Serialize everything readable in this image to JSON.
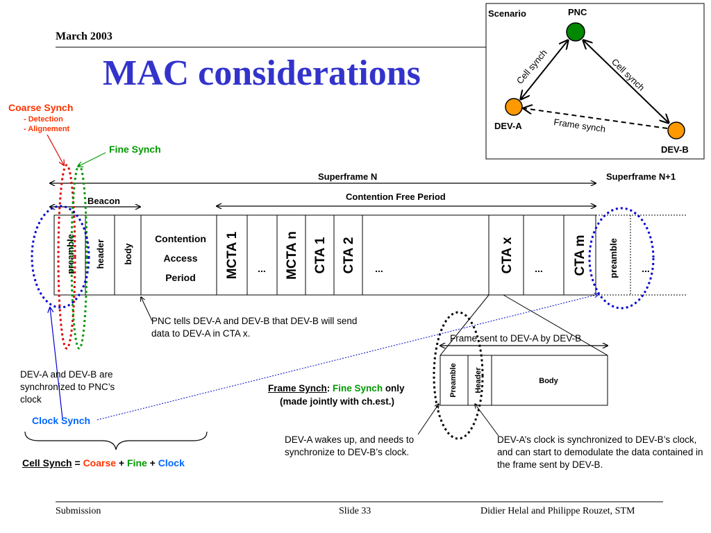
{
  "header": {
    "date": "March 2003",
    "title": "MAC considerations"
  },
  "footer": {
    "left": "Submission",
    "center": "Slide 33",
    "right": "Didier Helal and Philippe Rouzet, STM"
  },
  "scenario": {
    "label": "Scenario",
    "pnc": "PNC",
    "dev_a": "DEV-A",
    "dev_b": "DEV-B",
    "link_pnc_a": "Cell synch",
    "link_pnc_b": "Cell synch",
    "link_b_a": "Frame synch"
  },
  "synch_labels": {
    "coarse": "Coarse Synch",
    "coarse_items": [
      "-  Detection",
      "-  Alignement"
    ],
    "fine": "Fine Synch",
    "clock": "Clock Synch"
  },
  "timeline": {
    "superframe_n": "Superframe N",
    "superframe_n1": "Superframe N+1",
    "cfp": "Contention Free Period",
    "beacon": "Beacon"
  },
  "slots": {
    "preamble": "preamble",
    "header": "header",
    "body": "body",
    "cap_lines": [
      "Contention",
      "Access",
      "Period"
    ],
    "mcta1": "MCTA 1",
    "dots": "...",
    "mctan": "MCTA n",
    "cta1": "CTA 1",
    "cta2": "CTA 2",
    "ctax": "CTA x",
    "ctam": "CTA m",
    "next_preamble": "preamble"
  },
  "frame": {
    "caption": "Frame sent to DEV-A by DEV-B",
    "preamble": "Preamble",
    "header": "Header",
    "body": "Body"
  },
  "notes": {
    "pnc_tells": "PNC tells DEV-A and DEV-B that DEV-B will send data to DEV-A in CTA x.",
    "synchronized": "DEV-A and DEV-B are synchronized to PNC’s clock",
    "frame_synch_label": "Frame Synch",
    "frame_synch_colon": ": ",
    "frame_synch_fine": "Fine Synch",
    "frame_synch_only": " only",
    "frame_synch_line2": "(made jointly with ch.est.)",
    "dev_a_wakes": "DEV-A wakes up, and needs to synchronize to DEV-B’s clock.",
    "dev_a_clock": "DEV-A’s clock is synchronized to DEV-B’s clock, and can start to demodulate the data contained in the frame sent by DEV-B."
  },
  "cell_synch": {
    "label": "Cell Synch",
    "eq": " = ",
    "coarse": "Coarse",
    "plus1": " + ",
    "fine": "Fine",
    "plus2": " + ",
    "clock": "Clock"
  },
  "colors": {
    "title": "#3333cc",
    "coarse": "#ff3300",
    "fine": "#009900",
    "clock": "#0066ff",
    "ellipse_blue": "#0000cc",
    "ellipse_red": "#dd0000",
    "ellipse_green": "#009900",
    "pnc_node": "#008800",
    "dev_node": "#ff9900"
  }
}
